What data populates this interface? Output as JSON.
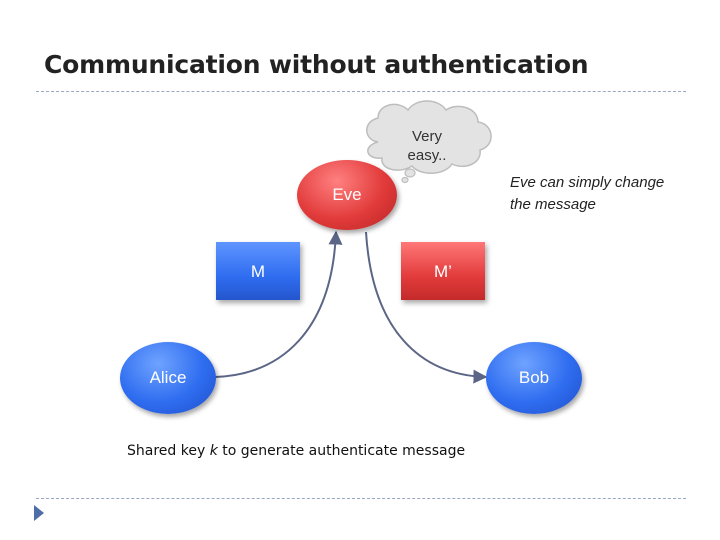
{
  "slide": {
    "title": "Communication without authentication"
  },
  "nodes": {
    "alice": "Alice",
    "bob": "Bob",
    "eve": "Eve",
    "message": "M",
    "modified_message": "M’"
  },
  "cloud": {
    "text": "Very easy.."
  },
  "note": {
    "text": "Eve can simply change the message"
  },
  "caption": {
    "prefix": "Shared key ",
    "key": "k",
    "suffix": " to generate authenticate message"
  },
  "colors": {
    "blue": "#2f6df0",
    "red": "#e23b3b",
    "arrow": "#5b6585",
    "bullet": "#4f6ea8"
  },
  "icons": {
    "bullet": "triangle-bullet-icon",
    "thought": "thought-cloud-icon"
  }
}
